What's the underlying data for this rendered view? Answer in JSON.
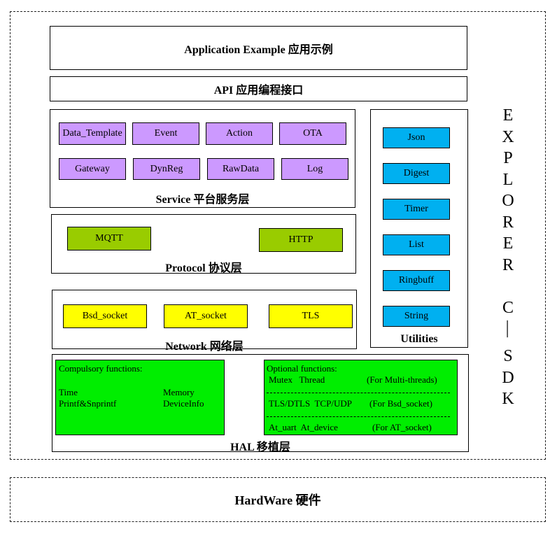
{
  "sdk_label_letters": [
    "E",
    "X",
    "P",
    "L",
    "O",
    "R",
    "E",
    "R",
    "",
    "C",
    "—",
    "S",
    "D",
    "K"
  ],
  "layers": {
    "application": {
      "title": "Application Example 应用示例"
    },
    "api": {
      "title": "API 应用编程接口"
    },
    "service": {
      "title": "Service 平台服务层",
      "color": "#cc99ff",
      "items": [
        "Data_Template",
        "Event",
        "Action",
        "OTA",
        "Gateway",
        "DynReg",
        "RawData",
        "Log"
      ]
    },
    "protocol": {
      "title": "Protocol 协议层",
      "color": "#99cc00",
      "items": [
        "MQTT",
        "HTTP"
      ]
    },
    "network": {
      "title": "Network 网络层",
      "color": "#ffff00",
      "items": [
        "Bsd_socket",
        "AT_socket",
        "TLS"
      ]
    },
    "utilities": {
      "title": "Utilities",
      "color": "#00b0f0",
      "items": [
        "Json",
        "Digest",
        "Timer",
        "List",
        "Ringbuff",
        "String"
      ]
    },
    "hal": {
      "title": "HAL 移植层",
      "color": "#00ee00",
      "compulsory": {
        "heading": "Compulsory functions:",
        "rows": [
          [
            "Time",
            "Memory"
          ],
          [
            "Printf&Snprintf",
            "DeviceInfo"
          ]
        ]
      },
      "optional": {
        "heading": "Optional functions:",
        "groups": [
          {
            "funcs": "Mutex   Thread",
            "note": "(For Multi-threads)"
          },
          {
            "funcs": "TLS/DTLS  TCP/UDP",
            "note": "(For Bsd_socket)"
          },
          {
            "funcs": "At_uart  At_device",
            "note": "(For AT_socket)"
          }
        ]
      }
    },
    "hardware": {
      "title": "HardWare 硬件"
    }
  }
}
